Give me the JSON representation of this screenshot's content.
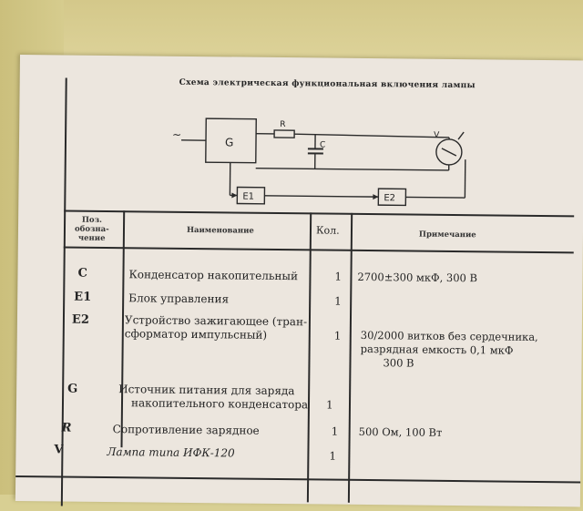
{
  "document": {
    "title": "Схема электрическая функциональная включения лампы",
    "diagram": {
      "labels": {
        "source": "~",
        "g": "G",
        "r": "R",
        "c": "C",
        "v": "V",
        "e1": "E1",
        "e2": "E2"
      }
    },
    "table": {
      "headers": {
        "pos": [
          "Поз.",
          "обозна-",
          "чение"
        ],
        "name": "Наименование",
        "qty": "Кол.",
        "note": "Примечание"
      },
      "rows": [
        {
          "code": "C",
          "name": [
            "Конденсатор накопительный"
          ],
          "qty": "1",
          "note": [
            "2700±300 мкФ, 300 В"
          ]
        },
        {
          "code": "E1",
          "name": [
            "Блок управления"
          ],
          "qty": "1",
          "note": []
        },
        {
          "code": "E2",
          "name": [
            "Устройство зажигающее (тран-",
            "сформатор импульсный)"
          ],
          "qty": "1",
          "note": [
            "30/2000 витков без сердечника,",
            "разрядная емкость 0,1 мкФ",
            "300 В"
          ]
        },
        {
          "code": "G",
          "name": [
            "Источник питания для заряда",
            "накопительного конденсатора"
          ],
          "qty": "1",
          "note": []
        },
        {
          "code": "R",
          "name": [
            "Сопротивление зарядное"
          ],
          "qty": "1",
          "note": [
            "500 Ом, 100 Вт"
          ]
        },
        {
          "code": "V",
          "name": [
            "Лампа типа ИФК-120"
          ],
          "qty": "1",
          "note": []
        }
      ]
    }
  }
}
